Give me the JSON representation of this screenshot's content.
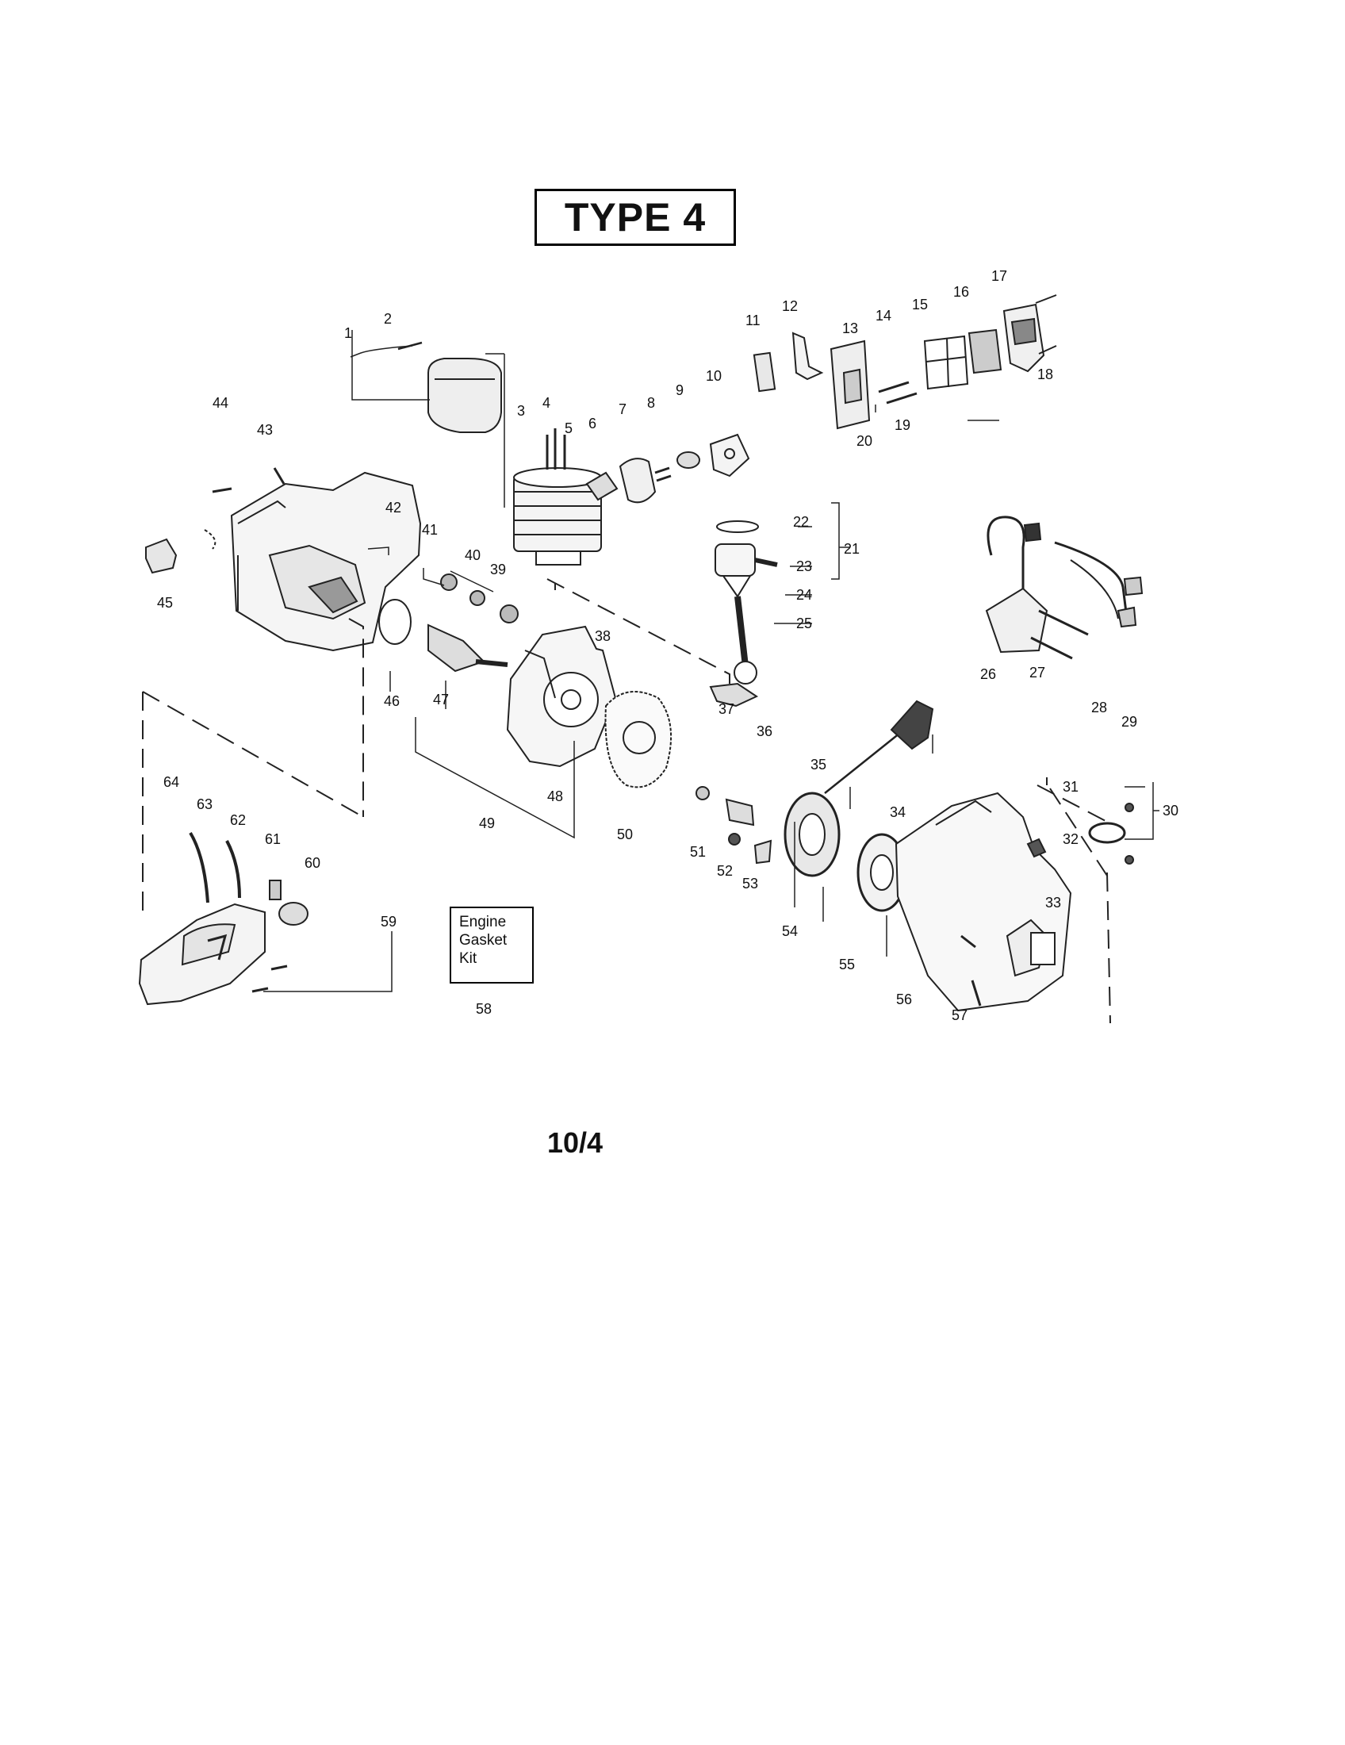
{
  "title": "TYPE 4",
  "page_number": "10/4",
  "kit_label": [
    "Engine",
    "Gasket",
    "Kit"
  ],
  "callouts": [
    "1",
    "2",
    "3",
    "4",
    "5",
    "6",
    "7",
    "8",
    "9",
    "10",
    "11",
    "12",
    "13",
    "14",
    "15",
    "16",
    "17",
    "18",
    "19",
    "20",
    "21",
    "22",
    "23",
    "24",
    "25",
    "26",
    "27",
    "28",
    "29",
    "30",
    "31",
    "32",
    "33",
    "34",
    "35",
    "36",
    "37",
    "38",
    "39",
    "40",
    "41",
    "42",
    "43",
    "44",
    "45",
    "46",
    "47",
    "48",
    "49",
    "50",
    "51",
    "52",
    "53",
    "54",
    "55",
    "56",
    "57",
    "58",
    "59",
    "60",
    "61",
    "62",
    "63",
    "64"
  ]
}
